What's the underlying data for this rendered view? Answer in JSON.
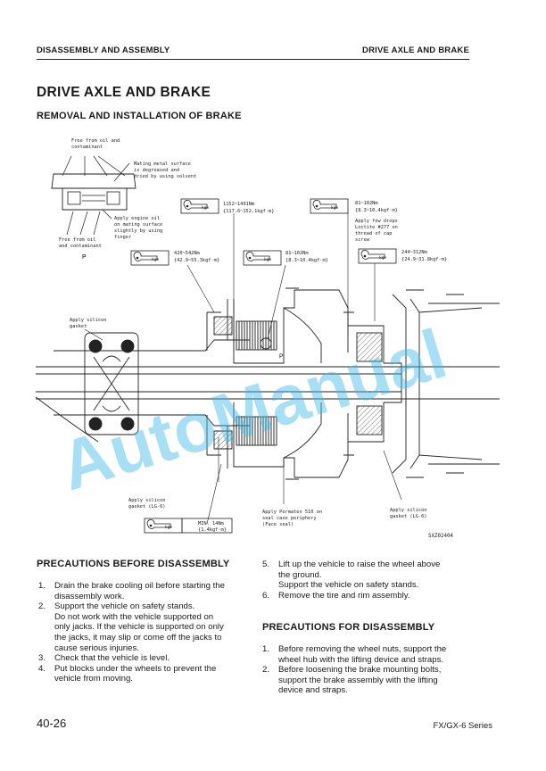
{
  "header": {
    "left": "DISASSEMBLY AND ASSEMBLY",
    "right": "DRIVE AXLE AND BRAKE"
  },
  "title": "DRIVE AXLE AND BRAKE",
  "subtitle": "REMOVAL AND INSTALLATION OF BRAKE",
  "diagram": {
    "note_free_top": [
      "Free from oil and",
      "contaminant"
    ],
    "note_mating": [
      "Mating metal surface",
      "is degreased and",
      "dried by using solvent"
    ],
    "note_engine_oil": [
      "Apply engine oil",
      "on mating surface",
      "slightly by using",
      "finger"
    ],
    "note_free_bottom": [
      "Free from oil",
      "and contaminant"
    ],
    "detail_label": "P",
    "torque_1": [
      "1152~1491Nm",
      "{117.6~152.1kgf·m}"
    ],
    "torque_2": [
      "81~102Nm",
      "{8.3~10.4kgf·m}"
    ],
    "note_loctite": [
      "Apply few drops",
      "Loctite #277 on",
      "thread of cap",
      "screw"
    ],
    "torque_3": [
      "420~542Nm",
      "{42.9~55.3kgf·m}"
    ],
    "torque_4": [
      "81~102Nm",
      "{8.3~10.4kgf·m}"
    ],
    "torque_5": [
      "244~312Nm",
      "{24.9~31.8kgf·m}"
    ],
    "note_silicon_left": [
      "Apply silicon",
      "gasket"
    ],
    "pointer_p": "P",
    "note_silicon_lower": [
      "Apply silicon",
      "gasket (LG-6)"
    ],
    "note_permatex": [
      "Apply Permatex 510 on",
      "seal case periphery",
      "(Face seal)"
    ],
    "note_silicon_right": [
      "Apply silicon",
      "gasket (LG-6)"
    ],
    "torque_min": [
      "MIN. 14Nm",
      "{1.4kgf·m}"
    ],
    "wrench_label": "kgm",
    "figure_code": "SXZ02404"
  },
  "watermark": "AutoManual",
  "left_section": {
    "heading": "PRECAUTIONS BEFORE DISASSEMBLY",
    "items": [
      {
        "num": "1.",
        "text": "Drain the brake cooling oil before starting the\ndisassembly work."
      },
      {
        "num": "2.",
        "text": "Support the vehicle on safety stands.\nDo not work with the vehicle supported on\nonly jacks. If the vehicle is supported on only\nthe jacks, it may slip or come off the jacks to\ncause serious injuries."
      },
      {
        "num": "3.",
        "text": "Check that the vehicle is level."
      },
      {
        "num": "4.",
        "text": "Put blocks under the wheels to prevent the\nvehicle from moving."
      }
    ]
  },
  "right_top": {
    "items": [
      {
        "num": "5.",
        "text": "Lift up the vehicle to raise the wheel above\nthe ground.\nSupport the vehicle on safety stands."
      },
      {
        "num": "6.",
        "text": "Remove the tire and rim assembly."
      }
    ]
  },
  "right_section": {
    "heading": "PRECAUTIONS FOR DISASSEMBLY",
    "items": [
      {
        "num": "1.",
        "text": "Before removing the wheel nuts, support the\nwheel hub with the lifting device and straps."
      },
      {
        "num": "2.",
        "text": "Before loosening the brake mounting bolts,\nsupport the brake assembly with the lifting\ndevice and straps."
      }
    ]
  },
  "footer": {
    "page": "40-26",
    "series": "FX/GX-6 Series"
  }
}
